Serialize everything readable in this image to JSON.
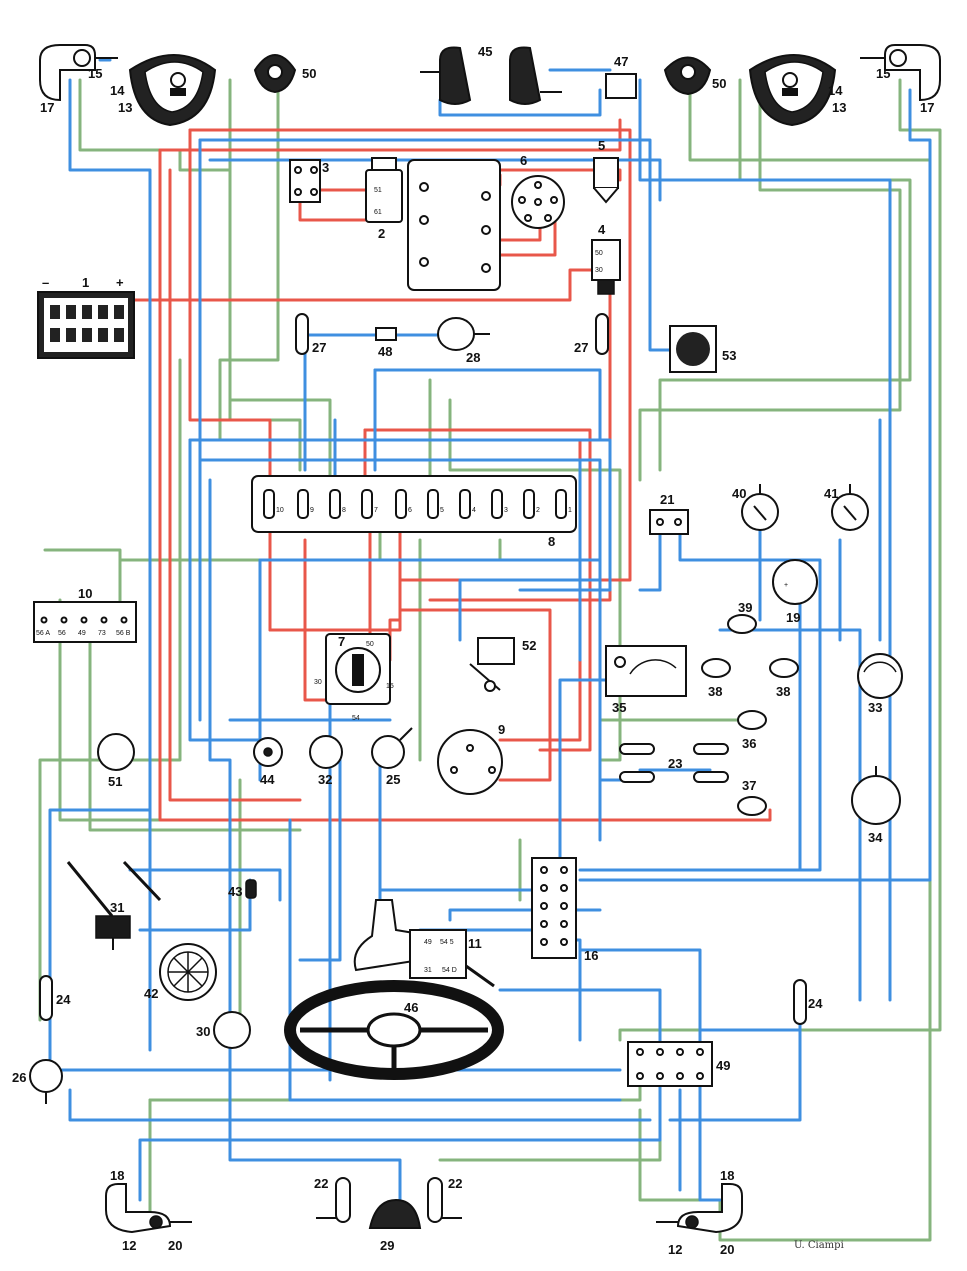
{
  "colors": {
    "red": "#e8574a",
    "blue": "#3f8fe0",
    "green": "#86b47e",
    "ink": "#111111"
  },
  "component_numbers": {
    "c1": "1",
    "c2": "2",
    "c3": "3",
    "c4": "4",
    "c5": "5",
    "c6": "6",
    "c7": "7",
    "c8": "8",
    "c9": "9",
    "c10": "10",
    "c11": "11",
    "c12": "12",
    "c13": "13",
    "c14": "14",
    "c15": "15",
    "c16": "16",
    "c17": "17",
    "c18": "18",
    "c19": "19",
    "c20": "20",
    "c21": "21",
    "c22": "22",
    "c23": "23",
    "c24": "24",
    "c25": "25",
    "c26": "26",
    "c27": "27",
    "c28": "28",
    "c29": "29",
    "c30": "30",
    "c31": "31",
    "c32": "32",
    "c33": "33",
    "c34": "34",
    "c35": "35",
    "c36": "36",
    "c37": "37",
    "c38": "38",
    "c39": "39",
    "c40": "40",
    "c41": "41",
    "c42": "42",
    "c43": "43",
    "c44": "44",
    "c45": "45",
    "c46": "46",
    "c47": "47",
    "c48": "48",
    "c49": "49",
    "c50": "50",
    "c51": "51",
    "c52": "52",
    "c53": "53"
  },
  "battery": {
    "minus": "–",
    "plus": "+"
  },
  "terminals": {
    "t51": "51",
    "t61": "61",
    "t50": "50",
    "t30": "30",
    "t15": "15",
    "t54": "54",
    "t56a": "56 A",
    "t56": "56",
    "t49": "49",
    "t73": "73",
    "t56b": "56 B",
    "t31": "31",
    "t54d": "54 D",
    "t545": "54 5",
    "f1": "1",
    "f2": "2",
    "f3": "3",
    "f4": "4",
    "f5": "5",
    "f6": "6",
    "f7": "7",
    "f8": "8",
    "f9": "9",
    "f10": "10"
  },
  "signature": "U. Ciampi"
}
